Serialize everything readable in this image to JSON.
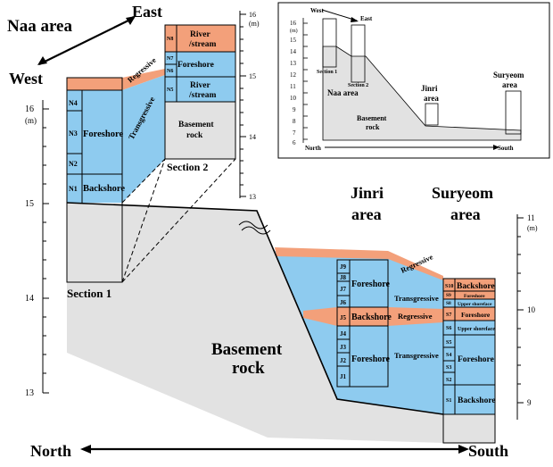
{
  "directions": {
    "east": "East",
    "west": "West",
    "north": "North",
    "south": "South"
  },
  "areas": {
    "naa": "Naa area",
    "jinri_line1": "Jinri",
    "jinri_line2": "area",
    "suryeom_line1": "Suryeom",
    "suryeom_line2": "area"
  },
  "labels": {
    "basement_line1": "Basement",
    "basement_line2": "rock",
    "section1": "Section 1",
    "section2": "Section 2"
  },
  "scales": {
    "main_left": {
      "ticks": [
        "16",
        "15",
        "14",
        "13"
      ],
      "unit": "(m)"
    },
    "section2": {
      "ticks": [
        "16",
        "15",
        "14",
        "13"
      ],
      "unit": "(m)"
    },
    "suryeom": {
      "ticks": [
        "11",
        "10",
        "9"
      ],
      "unit": "(m)"
    },
    "inset": {
      "ticks": [
        "16",
        "15",
        "14",
        "13",
        "12",
        "11",
        "10",
        "9",
        "8",
        "7",
        "6"
      ],
      "unit": "(m)"
    }
  },
  "section1": {
    "units": [
      "N4",
      "N3",
      "N2",
      "N1"
    ],
    "facies": [
      "Foreshore",
      "Backshore"
    ]
  },
  "section2": {
    "units": [
      "N8",
      "N7",
      "N6",
      "N5"
    ],
    "facies": [
      "River",
      "/stream",
      "Foreshore",
      "River",
      "/stream",
      "Basement",
      "rock"
    ]
  },
  "jinri": {
    "units": [
      "J9",
      "J8",
      "J7",
      "J6",
      "J5",
      "J4",
      "J3",
      "J2",
      "J1"
    ],
    "facies": [
      "Foreshore",
      "Backshore",
      "Foreshore"
    ]
  },
  "suryeom": {
    "units": [
      "S10",
      "S9",
      "S8",
      "S7",
      "S6",
      "S5",
      "S4",
      "S3",
      "S2",
      "S1"
    ],
    "facies": [
      "Backshore",
      "Foreshore",
      "Upper shoreface",
      "Foreshore",
      "Upper shoreface",
      "Foreshore",
      "Backshore"
    ]
  },
  "trends": {
    "regressive": "Regressive",
    "transgressive": "Transgressive"
  },
  "inset": {
    "west": "West",
    "east": "East",
    "north": "North",
    "south": "South",
    "section1": "Section 1",
    "section2": "Section 2",
    "naa_area": "Naa area",
    "jinri_line1": "Jinri",
    "jinri_line2": "area",
    "suryeom_line1": "Suryeom",
    "suryeom_line2": "area",
    "basement_line1": "Basement",
    "basement_line2": "rock"
  },
  "colors": {
    "blue": "#8ecbef",
    "orange": "#f3a07a",
    "gray": "#e2e2e2",
    "line": "#000000"
  }
}
